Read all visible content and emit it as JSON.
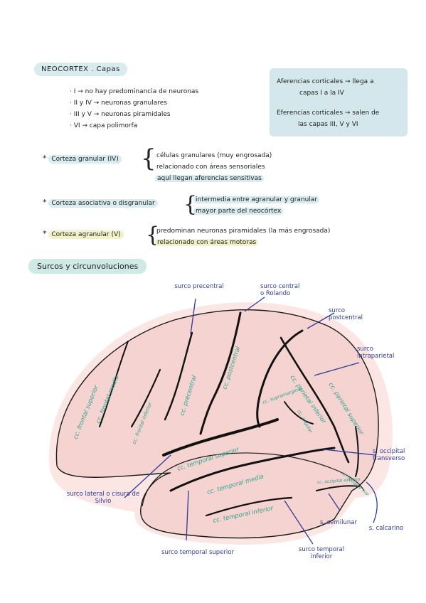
{
  "heading": "NEOCORTEX . Capas",
  "capas": [
    {
      "bullet": "·",
      "text": "I  → no hay predominancia de neuronas"
    },
    {
      "bullet": "·",
      "text": "II y IV  → neuronas granulares"
    },
    {
      "bullet": "·",
      "text": "III y V  → neuronas piramidales"
    },
    {
      "bullet": "·",
      "text": "VI  → capa polimorfa"
    }
  ],
  "aferencias": {
    "line1": "Aferencias corticales → llega a",
    "line2": "capas I a la IV",
    "line3": "Eferencias corticales → salen de",
    "line4": "las capas III, V y VI"
  },
  "cortezas": [
    {
      "star": "*",
      "name": "Corteza granular (IV)",
      "items": [
        "células granulares (muy engrosada)",
        "relacionado con áreas sensoriales",
        "aquí llegan aferencias sensitivas"
      ]
    },
    {
      "star": "*",
      "name": "Corteza asociativa o disgranular",
      "items": [
        "intermedia entre agranular y granular",
        "mayor parte del neocórtex"
      ]
    },
    {
      "star": "*",
      "name": "Corteza agranular (V)",
      "items": [
        "predominan neuronas piramidales (la más engrosada)",
        "relacionado con áreas motoras"
      ]
    }
  ],
  "section2": "Surcos y circunvoluciones",
  "brain": {
    "gyri": [
      "cc. frontal superior",
      "cc. frontal media",
      "cc. frontal inferior",
      "cc. precentral",
      "cc. postcentral",
      "cc. temporal superior",
      "cc. temporal media",
      "cc. temporal inferior",
      "cc. parietal inferior",
      "cc. parietal superior",
      "cc. supramarginal",
      "cc. angular",
      "cc. occipital externo",
      "cc. occipital sup."
    ],
    "sulci_labels": {
      "precentral": "surco precentral",
      "central": "surco central o Rolando",
      "postcentral": "surco postcentral",
      "intraparietal": "surco intraparietal",
      "occipital_transverso": "s. occipital transverso",
      "lateral": "surco lateral o cisura de Silvio",
      "semilunar": "s. semilunar",
      "calcarino": "s. calcarino",
      "temporal_superior": "surco temporal superior",
      "temporal_inferior": "surco temporal inferior"
    }
  },
  "colors": {
    "blue_highlight": "#d8ebee",
    "yellow_highlight": "#f3f1c9",
    "teal_highlight": "#cfe9e4",
    "box": "#d4e7ec",
    "brain_fill": "#f4d3d0",
    "brain_outer": "#fbe6e4",
    "gyrus_text": "#2fa58f",
    "label_blue": "#2e3c98"
  }
}
